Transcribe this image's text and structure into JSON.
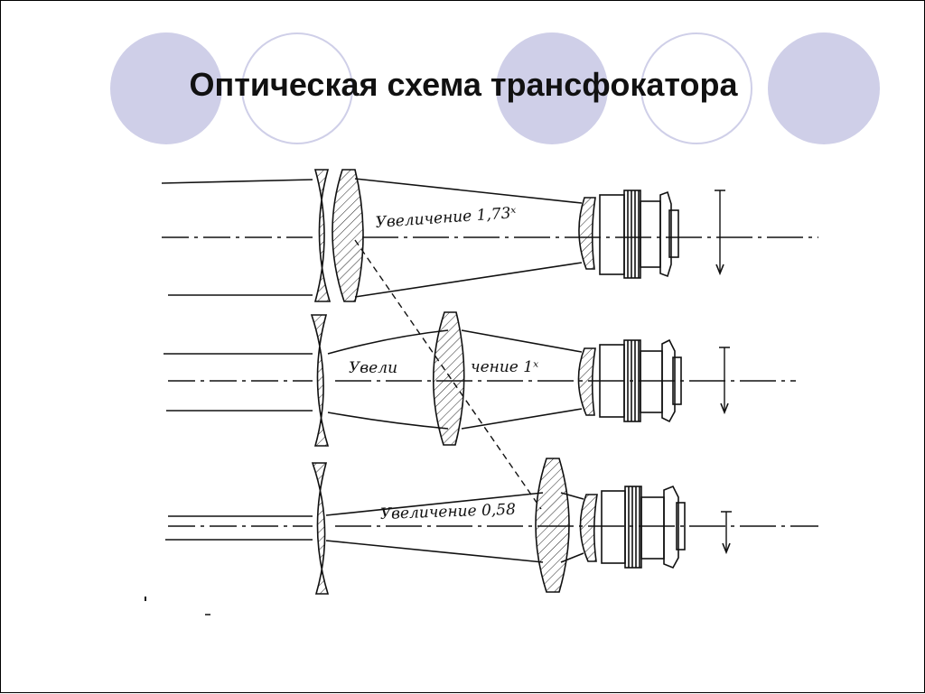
{
  "title": "Оптическая схема трансфокатора",
  "colors": {
    "circle_fill": "#cfcfe8",
    "line": "#111111",
    "background": "#ffffff"
  },
  "labels": {
    "mag_1": "Увеличение 1,73ˣ",
    "mag_2_left": "Увели",
    "mag_2_right": "чение 1ˣ",
    "mag_3": "Увеличение 0,58"
  }
}
